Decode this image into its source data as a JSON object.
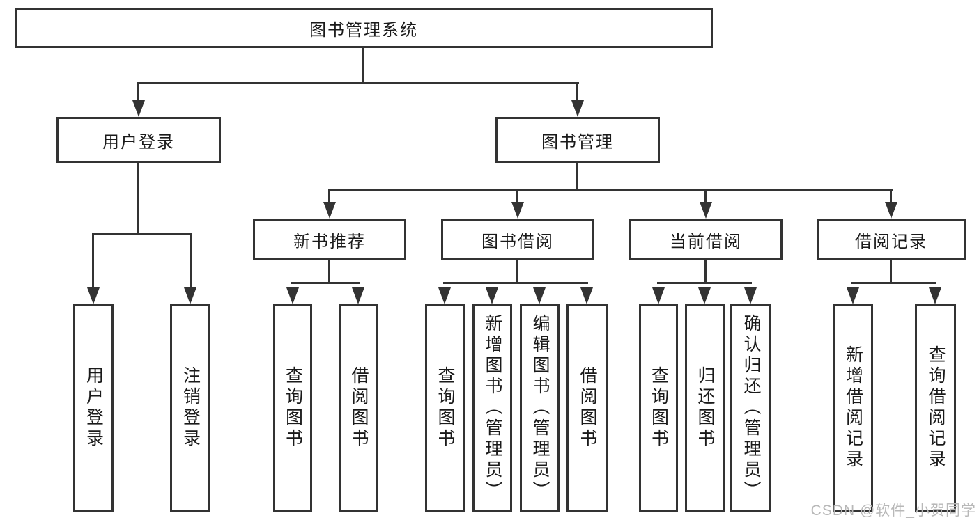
{
  "title": "图书管理系统",
  "nodes": {
    "root": {
      "label": "图书管理系统"
    },
    "user_login": {
      "label": "用户登录"
    },
    "book_mgmt": {
      "label": "图书管理"
    },
    "new_book_rec": {
      "label": "新书推荐"
    },
    "book_borrow": {
      "label": "图书借阅"
    },
    "current_borrow": {
      "label": "当前借阅"
    },
    "borrow_record": {
      "label": "借阅记录"
    },
    "leaf_user_login": {
      "label": "用户登录"
    },
    "leaf_logout": {
      "label": "注销登录"
    },
    "leaf_query_book_1": {
      "label": "查询图书"
    },
    "leaf_borrow_book_1": {
      "label": "借阅图书"
    },
    "leaf_query_book_2": {
      "label": "查询图书"
    },
    "leaf_add_book": {
      "label": "新增图书（管理员）"
    },
    "leaf_edit_book": {
      "label": "编辑图书（管理员）"
    },
    "leaf_borrow_book_2": {
      "label": "借阅图书"
    },
    "leaf_query_book_3": {
      "label": "查询图书"
    },
    "leaf_return_book": {
      "label": "归还图书"
    },
    "leaf_confirm_return": {
      "label": "确认归还（管理员）"
    },
    "leaf_add_record": {
      "label": "新增借阅记录"
    },
    "leaf_query_record": {
      "label": "查询借阅记录"
    }
  },
  "hierarchy": [
    {
      "parent": "图书管理系统",
      "children": [
        "用户登录",
        "图书管理"
      ]
    },
    {
      "parent": "用户登录",
      "children": [
        "用户登录",
        "注销登录"
      ]
    },
    {
      "parent": "图书管理",
      "children": [
        "新书推荐",
        "图书借阅",
        "当前借阅",
        "借阅记录"
      ]
    },
    {
      "parent": "新书推荐",
      "children": [
        "查询图书",
        "借阅图书"
      ]
    },
    {
      "parent": "图书借阅",
      "children": [
        "查询图书",
        "新增图书（管理员）",
        "编辑图书（管理员）",
        "借阅图书"
      ]
    },
    {
      "parent": "当前借阅",
      "children": [
        "查询图书",
        "归还图书",
        "确认归还（管理员）"
      ]
    },
    {
      "parent": "借阅记录",
      "children": [
        "新增借阅记录",
        "查询借阅记录"
      ]
    }
  ],
  "watermark": "CSDN @软件_小贺同学",
  "colors": {
    "line": "#333333",
    "text": "#1a1a1a",
    "watermark": "#b8b8b8",
    "background": "#ffffff"
  }
}
